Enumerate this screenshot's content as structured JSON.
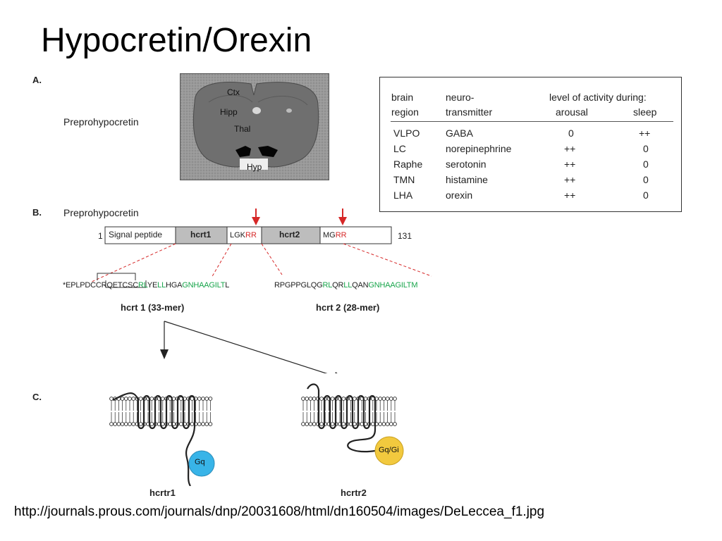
{
  "title": "Hypocretin/Orexin",
  "panelA": {
    "letter": "A.",
    "label": "Preprohypocretin",
    "regions": [
      "Ctx",
      "Hipp",
      "Thal",
      "Hyp"
    ]
  },
  "table": {
    "headers": {
      "col1": [
        "brain",
        "region"
      ],
      "col2": [
        "neuro-",
        "transmitter"
      ],
      "activity": "level of activity during:",
      "arousal": "arousal",
      "sleep": "sleep"
    },
    "rows": [
      {
        "region": "VLPO",
        "transmitter": "GABA",
        "arousal": "0",
        "sleep": "++"
      },
      {
        "region": "LC",
        "transmitter": "norepinephrine",
        "arousal": "++",
        "sleep": "0"
      },
      {
        "region": "Raphe",
        "transmitter": "serotonin",
        "arousal": "++",
        "sleep": "0"
      },
      {
        "region": "TMN",
        "transmitter": "histamine",
        "arousal": "++",
        "sleep": "0"
      },
      {
        "region": "LHA",
        "transmitter": "orexin",
        "arousal": "++",
        "sleep": "0"
      }
    ]
  },
  "panelB": {
    "letter": "B.",
    "label": "Preprohypocretin",
    "start": "1",
    "end": "131",
    "segments": {
      "signal": "Signal peptide",
      "hcrt1": "hcrt1",
      "lgk": "LGK",
      "rr1": "RR",
      "hcrt2": "hcrt2",
      "mg": "MG",
      "rr2": "RR"
    },
    "seq1": {
      "a": "*EPLPDCCRQETCSC",
      "b": "RL",
      "c": "YE",
      "d": "LL",
      "e": "HGA",
      "f": "GNHAAGILT",
      "g": "L"
    },
    "seq2": {
      "a": "RPGPPGLQG",
      "b": "RL",
      "c": "QR",
      "d": "LL",
      "e": "QAN",
      "f": "GNHAAGILTM"
    },
    "hcrt1_caption": "hcrt 1 (33-mer)",
    "hcrt2_caption": "hcrt 2 (28-mer)"
  },
  "panelC": {
    "letter": "C.",
    "receptor1": "hcrtr1",
    "receptor2": "hcrtr2",
    "gprotein1": "Gq",
    "gprotein2": "Gq/Gi"
  },
  "source_url": "http://journals.prous.com/journals/dnp/20031608/html/dn160504/images/DeLeccea_f1.jpg",
  "colors": {
    "green": "#18a54b",
    "red": "#d62828",
    "gq": "#38b4e8",
    "gqgi": "#f2c93e"
  }
}
